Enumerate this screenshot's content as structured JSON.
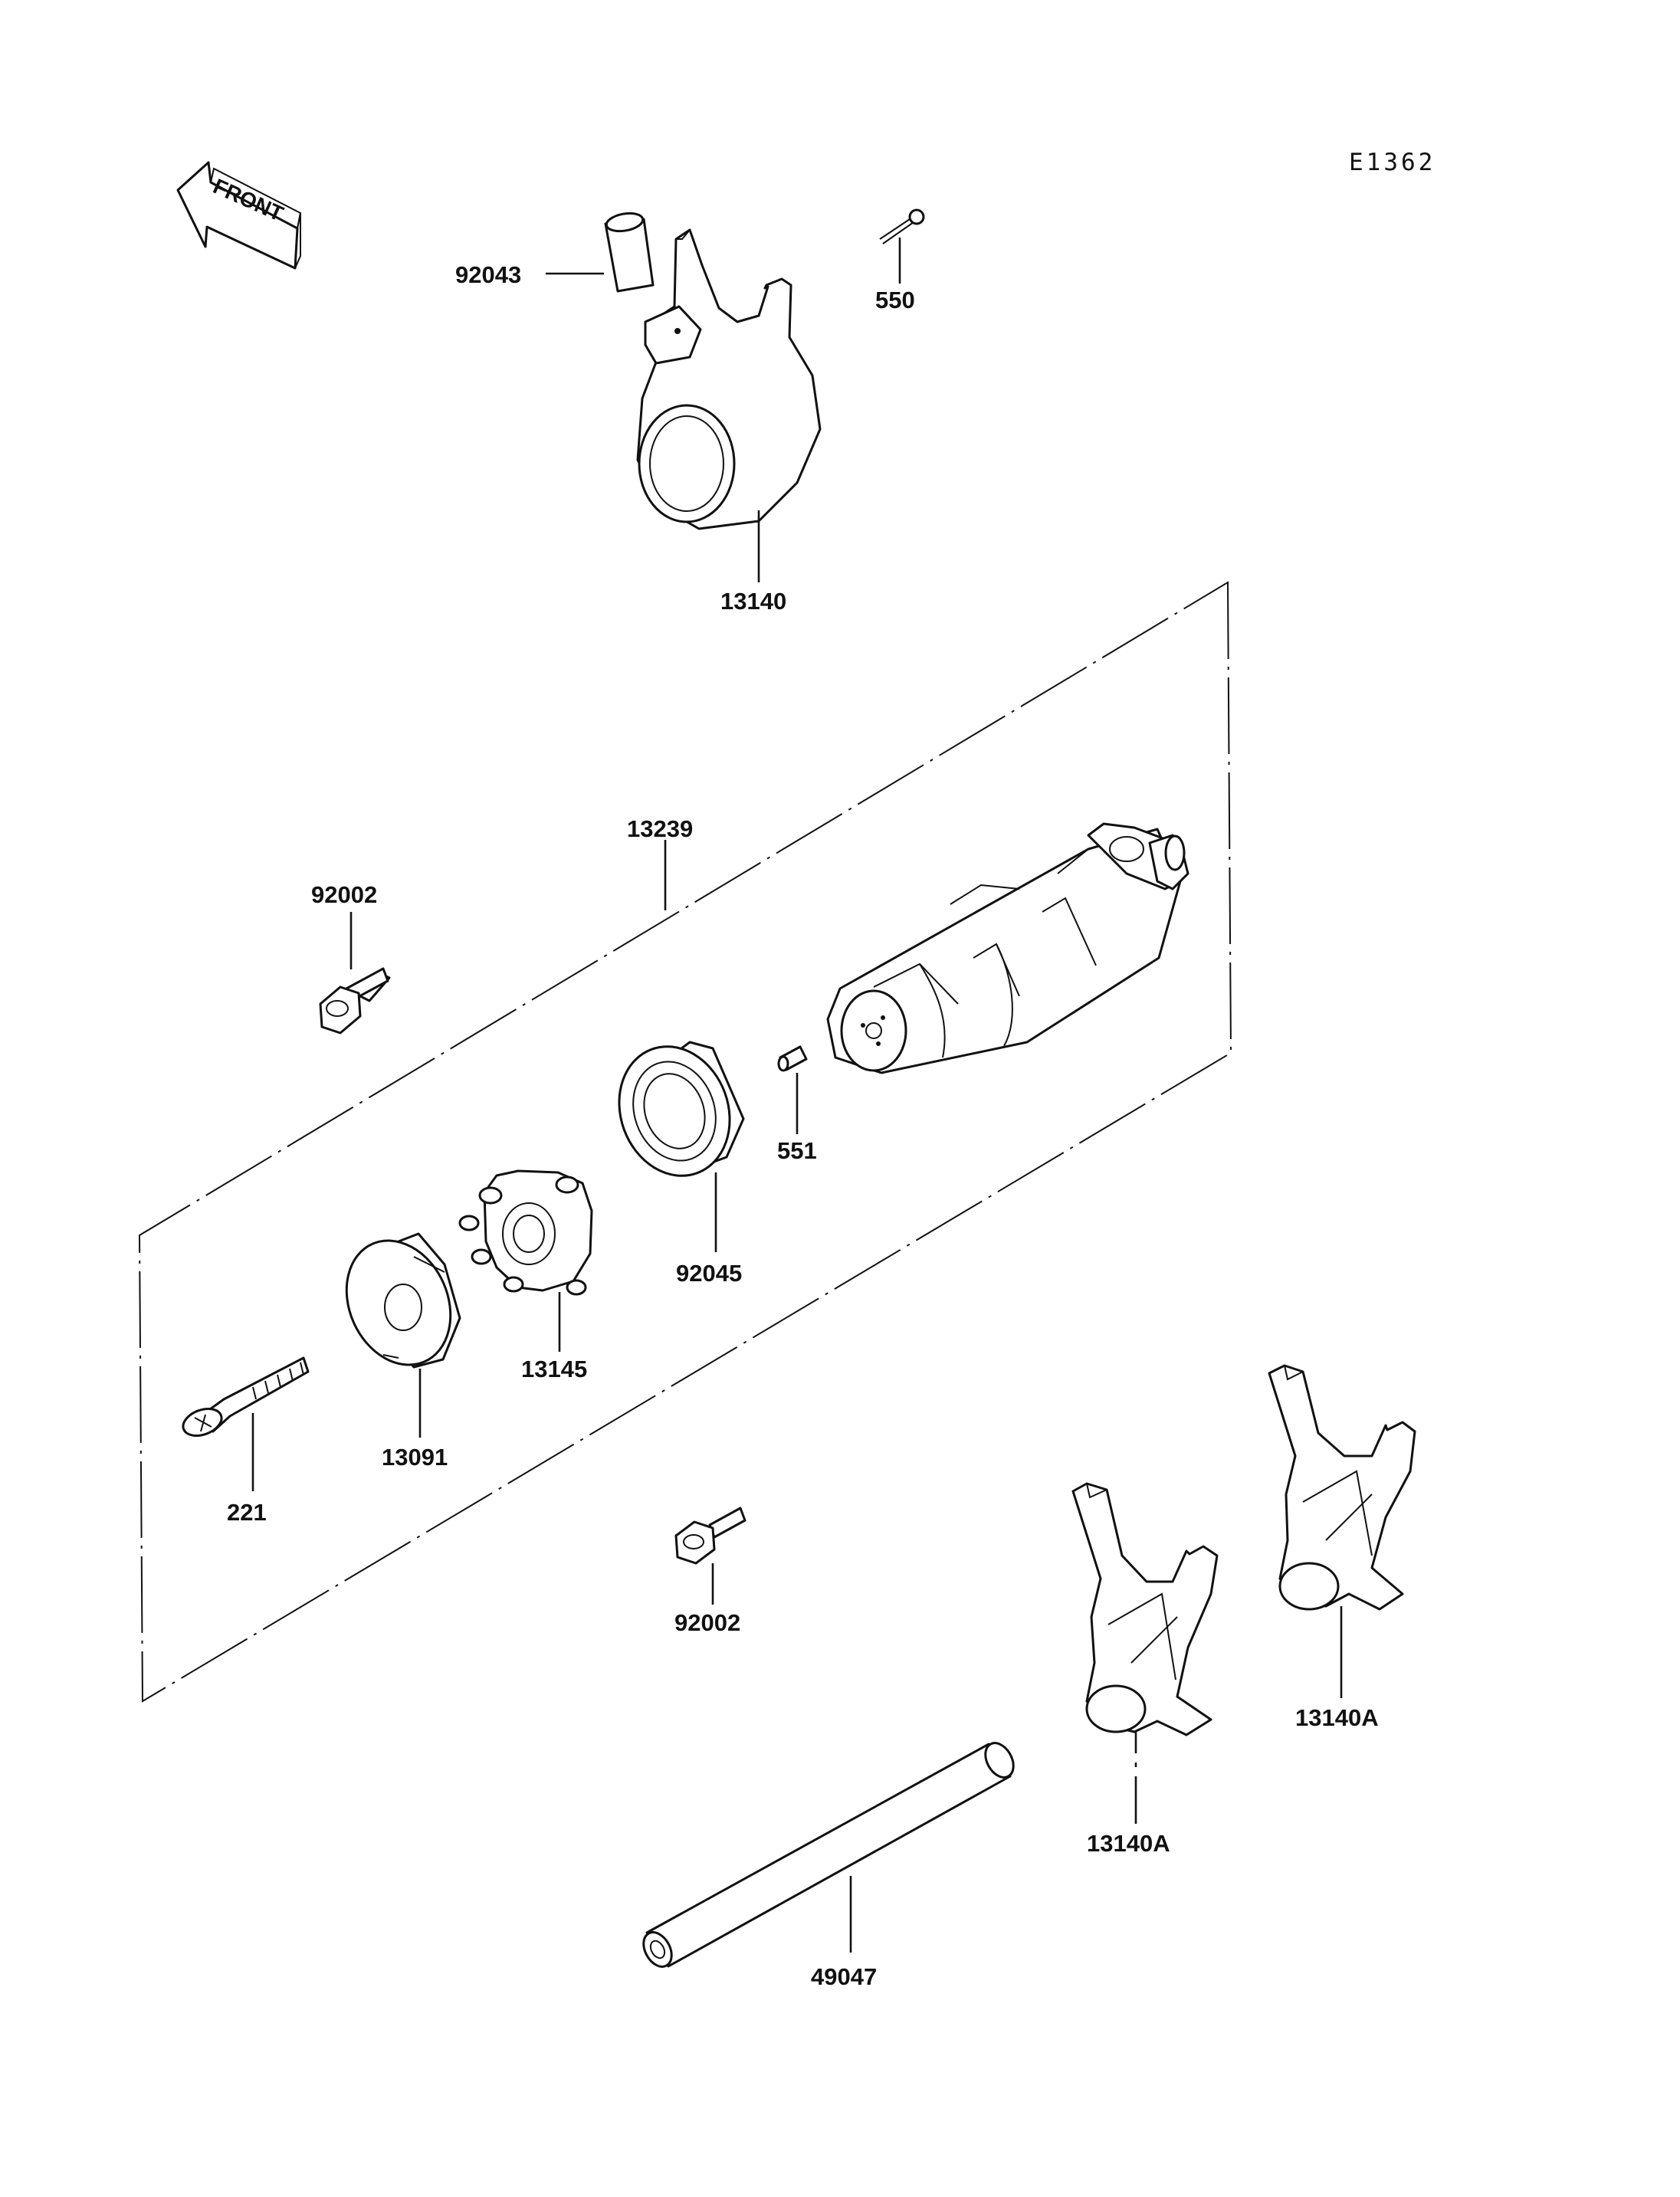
{
  "diagram": {
    "code": "E1362",
    "front_label": "FRONT",
    "parts": [
      {
        "id": "p92043a",
        "number": "92043"
      },
      {
        "id": "p550",
        "number": "550"
      },
      {
        "id": "p13140",
        "number": "13140"
      },
      {
        "id": "p13239",
        "number": "13239"
      },
      {
        "id": "p92002a",
        "number": "92002"
      },
      {
        "id": "p551",
        "number": "551"
      },
      {
        "id": "p92045",
        "number": "92045"
      },
      {
        "id": "p13145",
        "number": "13145"
      },
      {
        "id": "p13091",
        "number": "13091"
      },
      {
        "id": "p221",
        "number": "221"
      },
      {
        "id": "p92002b",
        "number": "92002"
      },
      {
        "id": "p13140A1",
        "number": "13140A"
      },
      {
        "id": "p13140A2",
        "number": "13140A"
      },
      {
        "id": "p49047",
        "number": "49047"
      }
    ]
  }
}
